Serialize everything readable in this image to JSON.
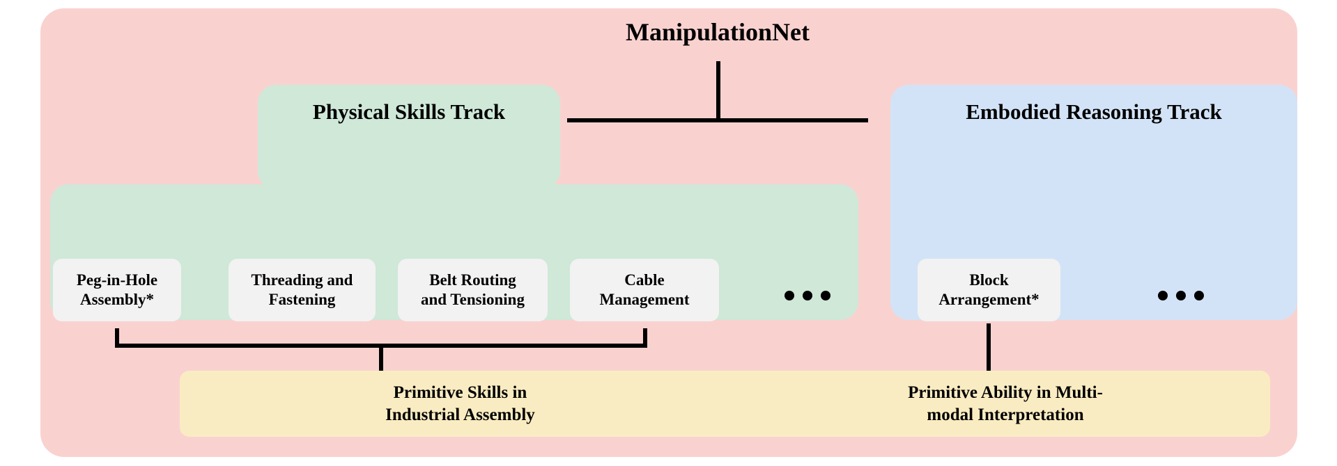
{
  "diagram": {
    "title": "ManipulationNet",
    "colors": {
      "outer_panel": "#f9d2d0",
      "physical_track": "#cfe8d8",
      "embodied_track": "#d3e3f7",
      "leaf_box": "#f2f2f2",
      "banner": "#faecc2",
      "connector": "#000000",
      "text": "#000000"
    },
    "tracks": [
      {
        "id": "physical-skills-track",
        "title": "Physical Skills Track",
        "leaves": [
          {
            "id": "peg-in-hole-assembly",
            "label": "Peg-in-Hole\nAssembly*"
          },
          {
            "id": "threading-and-fastening",
            "label": "Threading and\nFastening"
          },
          {
            "id": "belt-routing-and-tensioning",
            "label": "Belt Routing\nand Tensioning"
          },
          {
            "id": "cable-management",
            "label": "Cable\nManagement"
          }
        ],
        "has_ellipsis": true,
        "ellipsis_dots": 3
      },
      {
        "id": "embodied-reasoning-track",
        "title": "Embodied Reasoning Track",
        "leaves": [
          {
            "id": "block-arrangement",
            "label": "Block\nArrangement*"
          }
        ],
        "has_ellipsis": true,
        "ellipsis_dots": 3
      }
    ],
    "banners": [
      {
        "id": "banner-industrial-assembly",
        "label": "Primitive Skills in\nIndustrial Assembly"
      },
      {
        "id": "banner-multimodal-interpretation",
        "label": "Primitive Ability in Multi-\nmodal Interpretation"
      }
    ]
  }
}
